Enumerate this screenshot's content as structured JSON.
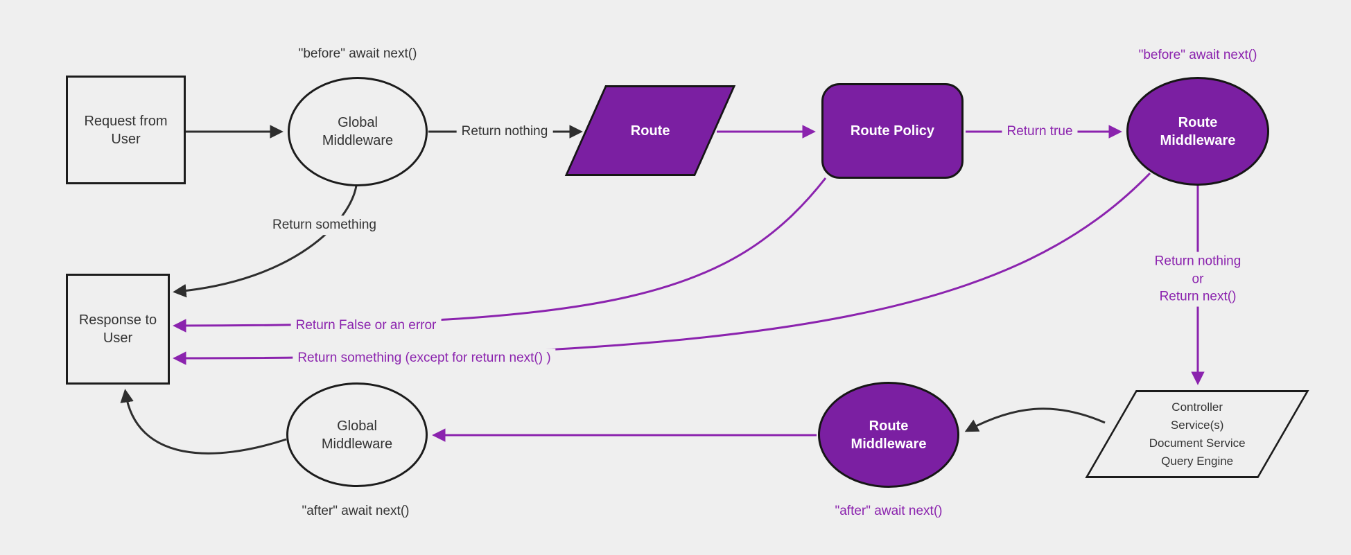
{
  "diagram": {
    "colors": {
      "background": "#efefef",
      "node_fill_purple": "#7b1fa2",
      "edge_purple": "#8b23ae",
      "edge_black": "#2e2e2e",
      "node_border": "#1c1c1c",
      "node_text_light": "#ffffff",
      "text_dark": "#333333"
    },
    "nodes": {
      "request": {
        "label": "Request from User"
      },
      "global_middleware_top": {
        "label": "Global Middleware"
      },
      "route": {
        "label": "Route"
      },
      "route_policy": {
        "label": "Route Policy"
      },
      "route_middleware_top": {
        "label": "Route Middleware"
      },
      "controller": {
        "lines": [
          "Controller",
          "Service(s)",
          "Document Service",
          "Query Engine"
        ]
      },
      "route_middleware_bottom": {
        "label": "Route Middleware"
      },
      "global_middleware_bottom": {
        "label": "Global Middleware"
      },
      "response": {
        "label": "Response to User"
      }
    },
    "labels": {
      "before_await_top": "\"before\" await next()",
      "return_nothing": "Return nothing",
      "return_something": "Return something",
      "return_true": "Return true",
      "before_await_right": "\"before\" await next()",
      "return_nothing_or": [
        "Return nothing",
        "or",
        "Return next()"
      ],
      "after_await_mid": "\"after\" await next()",
      "after_await_left": "\"after\" await next()",
      "return_false": "Return False or an error",
      "return_something_except": "Return something (except for return next() )"
    }
  }
}
